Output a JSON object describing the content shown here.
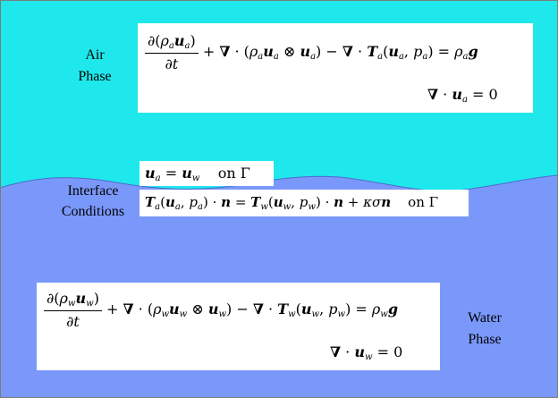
{
  "labels": {
    "air_phase": [
      "Air",
      "Phase"
    ],
    "interface_conditions": [
      "Interface",
      "Conditions"
    ],
    "water_phase": [
      "Water",
      "Phase"
    ]
  },
  "equations": {
    "air_momentum": "∂(ρ_a u_a)/∂t + ∇·(ρ_a u_a ⊗ u_a) − ∇·T_a(u_a, p_a) = ρ_a g",
    "air_continuity": "∇·u_a = 0",
    "interface_velocity": "u_a = u_w on Γ",
    "interface_stress": "T_a(u_a, p_a)·n = T_w(u_w, p_w)·n + κσn on Γ",
    "water_momentum": "∂(ρ_w u_w)/∂t + ∇·(ρ_w u_w ⊗ u_w) − ∇·T_w(u_w, p_w) = ρ_w g",
    "water_continuity": "∇·u_w = 0"
  },
  "colors": {
    "air": "#1fe8ec",
    "water": "#7a98fa",
    "frame": "#7b7b7b",
    "box": "#ffffff"
  }
}
